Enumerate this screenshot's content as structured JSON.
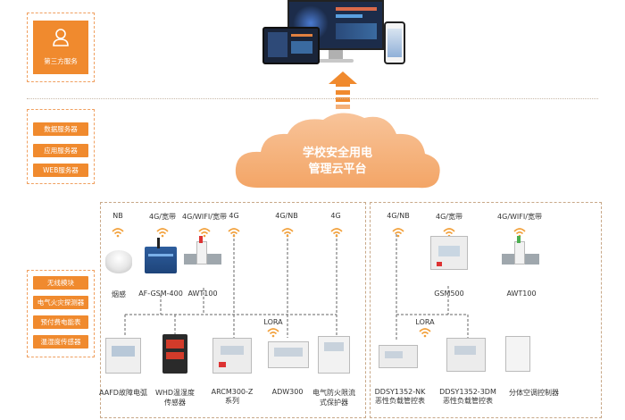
{
  "left_panel": {
    "third_party": "第三方服务",
    "servers": [
      "数据服务器",
      "应用服务器",
      "WEB服务器"
    ],
    "modules": [
      "无线模块",
      "电气火灾探测器",
      "预付费电能表",
      "温湿度传感器"
    ]
  },
  "cloud": {
    "line1": "学校安全用电",
    "line2": "管理云平台"
  },
  "left_group": {
    "protocols": [
      "NB",
      "4G/宽带",
      "4G/WIFI/宽带",
      "4G",
      "4G/NB",
      "4G"
    ],
    "gateways": [
      "烟感",
      "AF-GSM-400",
      "AWT100"
    ],
    "lora": "LORA",
    "devices": [
      "AAFD故障电弧",
      "WHD温湿度\n传感器",
      "ARCM300-Z\n系列",
      "ADW300",
      "电气防火限流\n式保护器"
    ]
  },
  "right_group": {
    "protocols": [
      "4G/NB",
      "4G/宽带",
      "4G/WIFI/宽带"
    ],
    "gateways": [
      "GSM500",
      "AWT100"
    ],
    "lora": "LORA",
    "devices": [
      "DDSY1352-NK\n恶性负载管控表",
      "DDSY1352-3DM\n恶性负载管控表",
      "分体空调控制器"
    ]
  },
  "colors": {
    "accent": "#f08a2e",
    "cloud": "#f6b27a",
    "line": "#555555"
  }
}
